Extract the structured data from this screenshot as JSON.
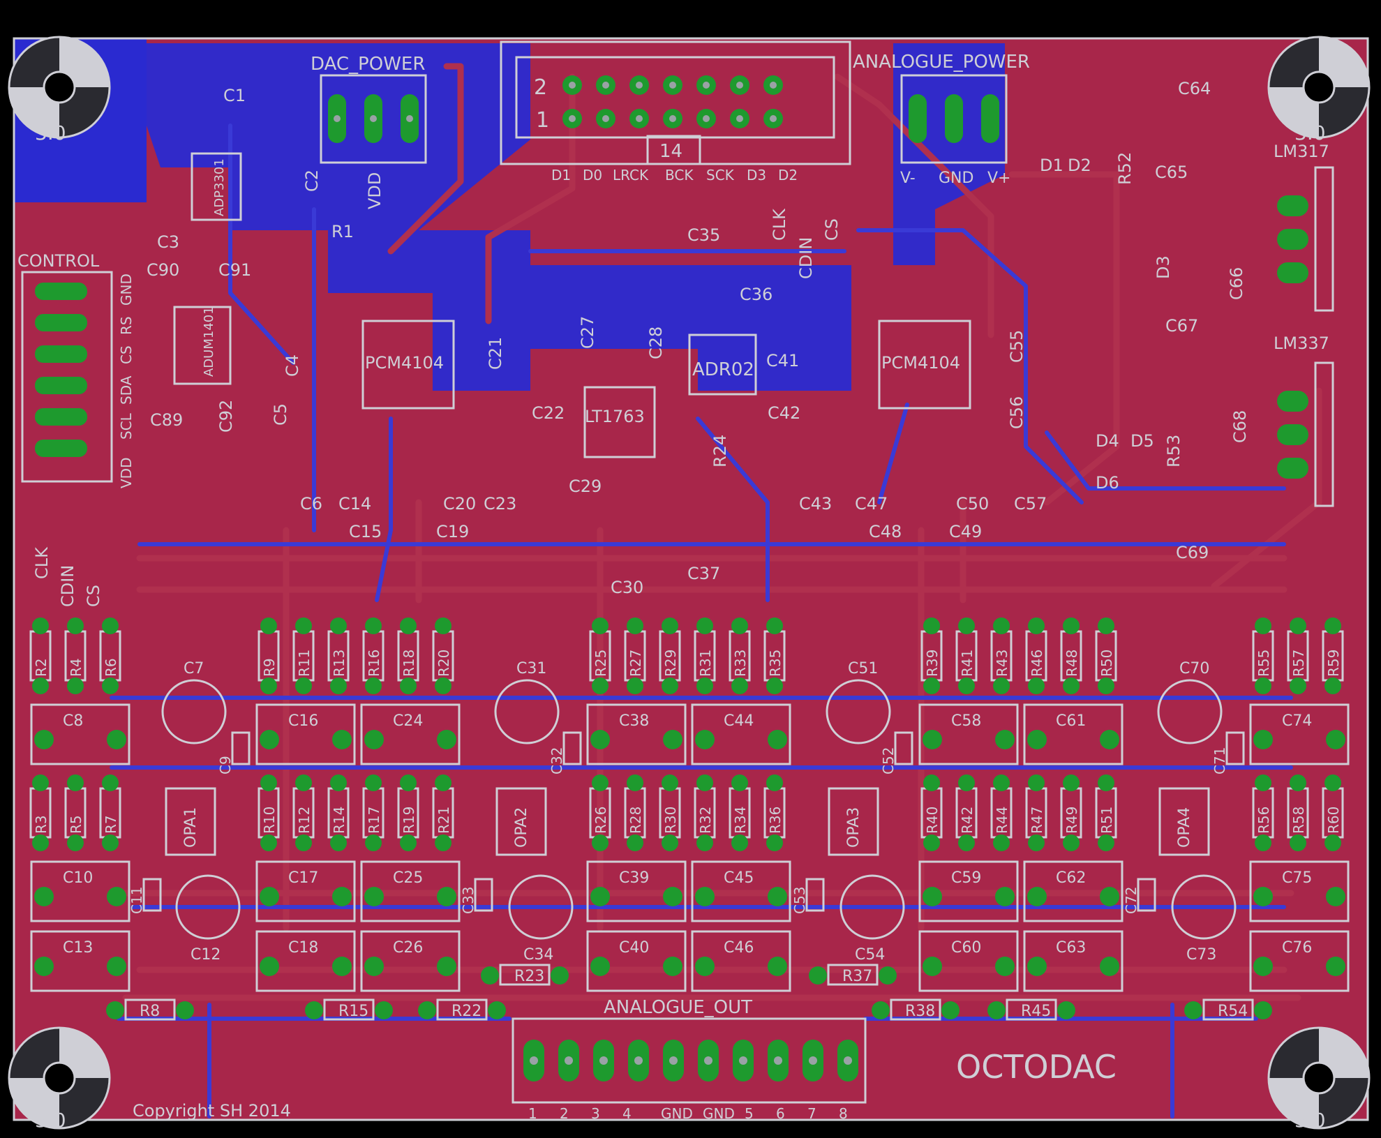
{
  "board": {
    "name": "OCTODAC",
    "copyright": "Copyright SH 2014",
    "colors": {
      "background": "#000000",
      "top_copper": "#a8264a",
      "bottom_copper": "#2a2ad0",
      "silkscreen": "#cfcfd6",
      "pads": "#1e9a2e"
    }
  },
  "mounting_holes": [
    "3.0",
    "3.0",
    "3.0",
    "3.0"
  ],
  "connectors": {
    "dac_power": {
      "label": "DAC_POWER",
      "pin_label": "VDD"
    },
    "i2s": {
      "pin1": "1",
      "pin2": "2",
      "pin14": "14",
      "pins": [
        "D1",
        "D0",
        "LRCK",
        "BCK",
        "SCK",
        "D3",
        "D2"
      ]
    },
    "analogue_power": {
      "label": "ANALOGUE_POWER",
      "pins": [
        "V-",
        "GND",
        "V+"
      ]
    },
    "control": {
      "label": "CONTROL",
      "pins": [
        "GND",
        "RS",
        "CS",
        "SDA",
        "SCL",
        "VDD"
      ]
    },
    "spi_top": [
      "CLK",
      "CDIN",
      "CS"
    ],
    "spi_left": [
      "CLK",
      "CDIN",
      "CS"
    ],
    "analogue_out": {
      "label": "ANALOGUE_OUT",
      "pins": [
        "1",
        "2",
        "3",
        "4",
        "GND",
        "GND",
        "5",
        "6",
        "7",
        "8"
      ]
    }
  },
  "ics": [
    "ADP3301",
    "ADUM1401",
    "PCM4104",
    "PCM4104",
    "LT1763",
    "ADR02",
    "OPA1",
    "OPA2",
    "OPA3",
    "OPA4",
    "LM317",
    "LM337"
  ],
  "top_labels": [
    "C1",
    "C2",
    "C3",
    "R1",
    "C90",
    "C91",
    "C89",
    "C92",
    "C4",
    "C5",
    "C6",
    "C14",
    "C15",
    "C19",
    "C20",
    "C23",
    "C21",
    "C22",
    "C27",
    "C28",
    "C29",
    "C30",
    "C35",
    "C36",
    "C37",
    "R24",
    "C41",
    "C42",
    "C43",
    "C47",
    "C48",
    "C49",
    "C50",
    "C57",
    "C55",
    "C56",
    "C64",
    "C65",
    "C66",
    "C67",
    "C68",
    "C69",
    "D1",
    "D2",
    "D3",
    "D4",
    "D5",
    "D6",
    "R52",
    "R53"
  ],
  "resistor_rows_top": [
    "R2",
    "R4",
    "R6",
    "R9",
    "R11",
    "R13",
    "R16",
    "R18",
    "R20",
    "R25",
    "R27",
    "R29",
    "R31",
    "R33",
    "R35",
    "R39",
    "R41",
    "R43",
    "R46",
    "R48",
    "R50",
    "R55",
    "R57",
    "R59"
  ],
  "resistor_rows_mid": [
    "R3",
    "R5",
    "R7",
    "R10",
    "R12",
    "R14",
    "R17",
    "R19",
    "R21",
    "R26",
    "R28",
    "R30",
    "R32",
    "R34",
    "R36",
    "R40",
    "R42",
    "R44",
    "R47",
    "R49",
    "R51",
    "R56",
    "R58",
    "R60"
  ],
  "electrolytics_row": [
    "C7",
    "C31",
    "C51",
    "C70"
  ],
  "film_caps_row1": [
    "C8",
    "C16",
    "C24",
    "C38",
    "C44",
    "C58",
    "C61",
    "C74"
  ],
  "small_caps_row": [
    "C9",
    "C32",
    "C52",
    "C71"
  ],
  "film_caps_row2": [
    "C10",
    "C17",
    "C25",
    "C39",
    "C45",
    "C59",
    "C62",
    "C75"
  ],
  "small_caps_row2": [
    "C11",
    "C33",
    "C53",
    "C72"
  ],
  "electrolytics_row2": [
    "C12",
    "C34",
    "C54",
    "C73"
  ],
  "film_caps_row3": [
    "C13",
    "C18",
    "C26",
    "C40",
    "C46",
    "C60",
    "C63",
    "C76"
  ],
  "bottom_resistors": [
    "R8",
    "R15",
    "R22",
    "R23",
    "R37",
    "R38",
    "R45",
    "R54"
  ]
}
